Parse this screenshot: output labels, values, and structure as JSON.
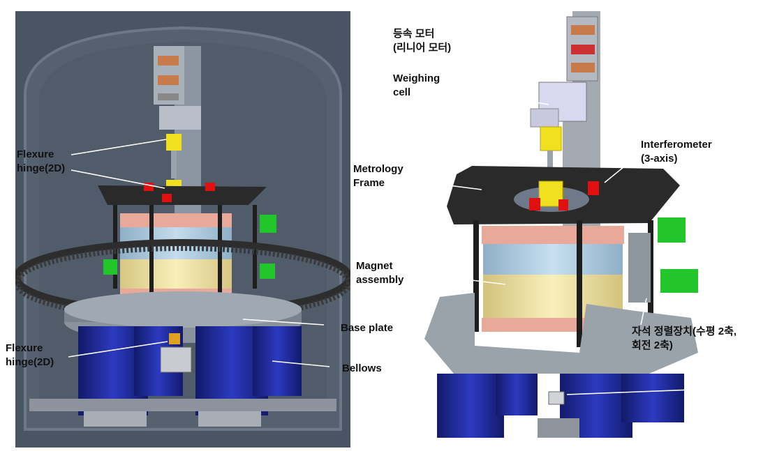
{
  "left_diagram": {
    "labels": {
      "flexure_hinge_upper": [
        "Flexure",
        "hinge(2D)"
      ],
      "flexure_hinge_lower": [
        "Flexure",
        "hinge(2D)"
      ],
      "base_plate": "Base plate",
      "bellows": "Bellows"
    }
  },
  "right_diagram": {
    "labels": {
      "motor": [
        "등속 모터",
        "(리니어 모터)"
      ],
      "weighing_cell": [
        "Weighing",
        "cell"
      ],
      "interferometer": [
        "Interferometer",
        "(3-axis)"
      ],
      "metrology_frame": [
        "Metrology",
        "Frame"
      ],
      "magnet_assembly": [
        "Magnet",
        "assembly"
      ],
      "magnet_alignment": [
        "자석 정렬장치(수평 2축,",
        "회전 2축)"
      ]
    }
  },
  "colors": {
    "vacuum_chamber": "#4a5563",
    "flexure_hinge": "#f0e020",
    "bellows": "#1f2a9a",
    "magnet_upper": "#a9c8de",
    "magnet_lower": "#f2e6a4",
    "metrology_frame": "#2a2a2a",
    "interferometer": "#e01010",
    "alignment_stage": "#22c52a",
    "weighing_cell": "#d8d8f0"
  }
}
